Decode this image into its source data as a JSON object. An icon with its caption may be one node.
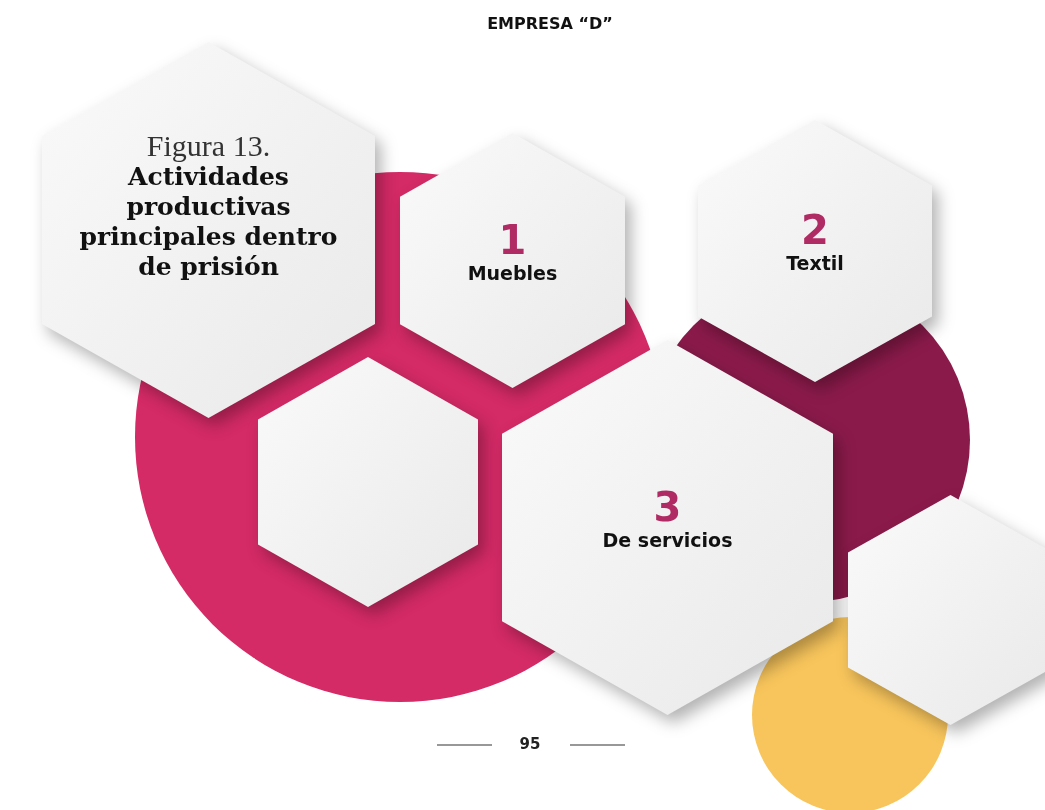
{
  "diagram": {
    "title": "EMPRESA “D”",
    "nodes": [
      {
        "text": [
          "Figura 13.",
          "Actividades productivas principales dentro de prisión"
        ]
      },
      {
        "text": [
          "1",
          "Muebles"
        ]
      },
      {
        "text": [
          "2",
          "Textil"
        ]
      },
      {
        "text": [],
        "shape": "hexagon"
      },
      {
        "text": [
          "3",
          "De servicios"
        ]
      },
      {
        "text": [],
        "shape": "hexagon"
      }
    ],
    "labels": [
      "95"
    ]
  }
}
